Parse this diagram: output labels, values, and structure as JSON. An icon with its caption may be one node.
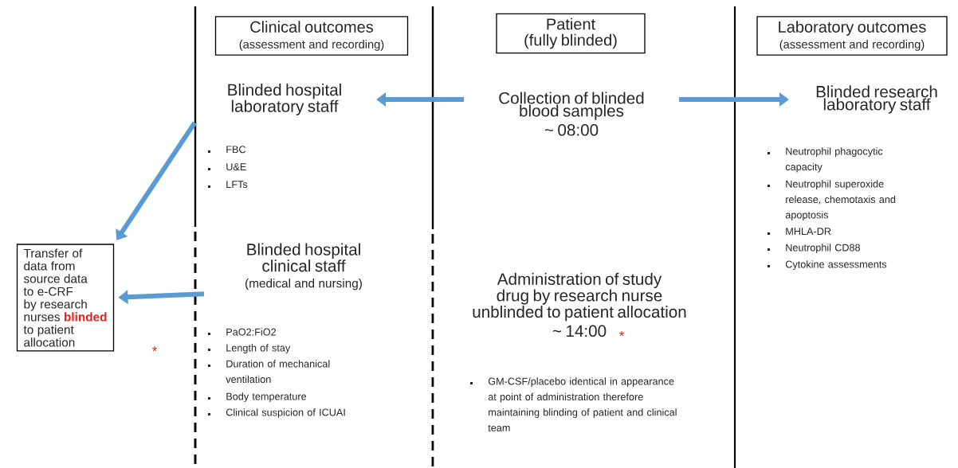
{
  "diagram": {
    "nodes": [
      {
        "text": [
          "Clinical outcomes",
          "(assessment and recording)"
        ]
      },
      {
        "text": [
          "Patient",
          "(fully blinded)"
        ]
      },
      {
        "text": [
          "Laboratory outcomes",
          "(assessment and recording)"
        ]
      },
      {
        "text": [
          "Blinded hospital laboratory staff"
        ]
      },
      {
        "text": [
          "Collection of blinded blood samples",
          "~ 08:00"
        ]
      },
      {
        "text": [
          "Blinded research laboratory staff"
        ]
      },
      {
        "text": [
          "Transfer of data from source data to e-CRF by research nurses **blinded** to patient allocation"
        ],
        "beside": [
          "*"
        ]
      },
      {
        "text": [
          "Blinded hospital clinical staff",
          "(medical and nursing)"
        ]
      },
      {
        "text": [
          "Administration of study drug by research nurse unblinded to patient allocation",
          "~ 14:00"
        ],
        "beside": [
          "*"
        ]
      }
    ],
    "edges": [
      {
        "from": 4,
        "to": 3,
        "arrow": "to"
      },
      {
        "from": 4,
        "to": 5,
        "arrow": "to"
      },
      {
        "from": 3,
        "to": 6,
        "arrow": "to"
      },
      {
        "from": 7,
        "to": 6,
        "arrow": "to"
      }
    ],
    "labels": [
      "FBC",
      "U&E",
      "LFTs",
      "PaO2:FiO2",
      "Length of stay",
      "Duration of mechanical ventilation",
      "Body temperature",
      "Clinical suspicion of ICUAI",
      "Neutrophil phagocytic capacity",
      "Neutrophil superoxide release, chemotaxis and apoptosis",
      "MHLA-DR",
      "Neutrophil CD88",
      "Cytokine assessments",
      "GM-CSF/placebo identical in appearance at point of administration therefore maintaining blinding of patient and clinical team"
    ]
  }
}
